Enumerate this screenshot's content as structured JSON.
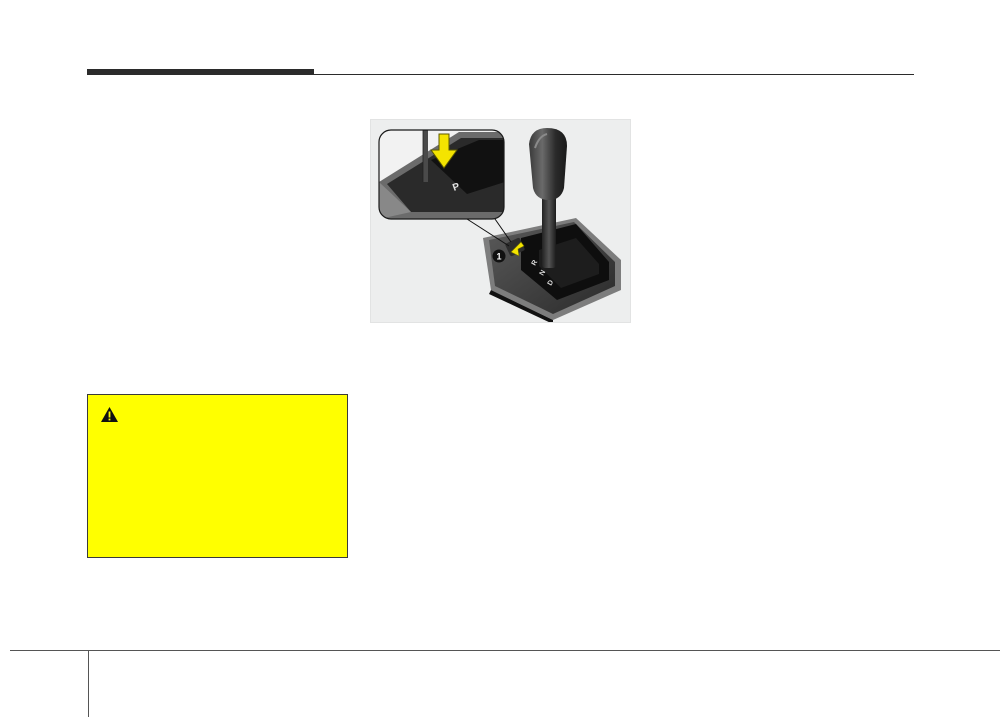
{
  "figure": {
    "callout_number": "1",
    "gate_letters": [
      "P",
      "R",
      "N",
      "D"
    ]
  },
  "colors": {
    "caution_background": "#ffff00",
    "arrow": "#f4e400",
    "header_rule": "#2b2b2b"
  },
  "icons": {
    "caution": "warning-triangle-icon",
    "press": "down-arrow-icon"
  }
}
